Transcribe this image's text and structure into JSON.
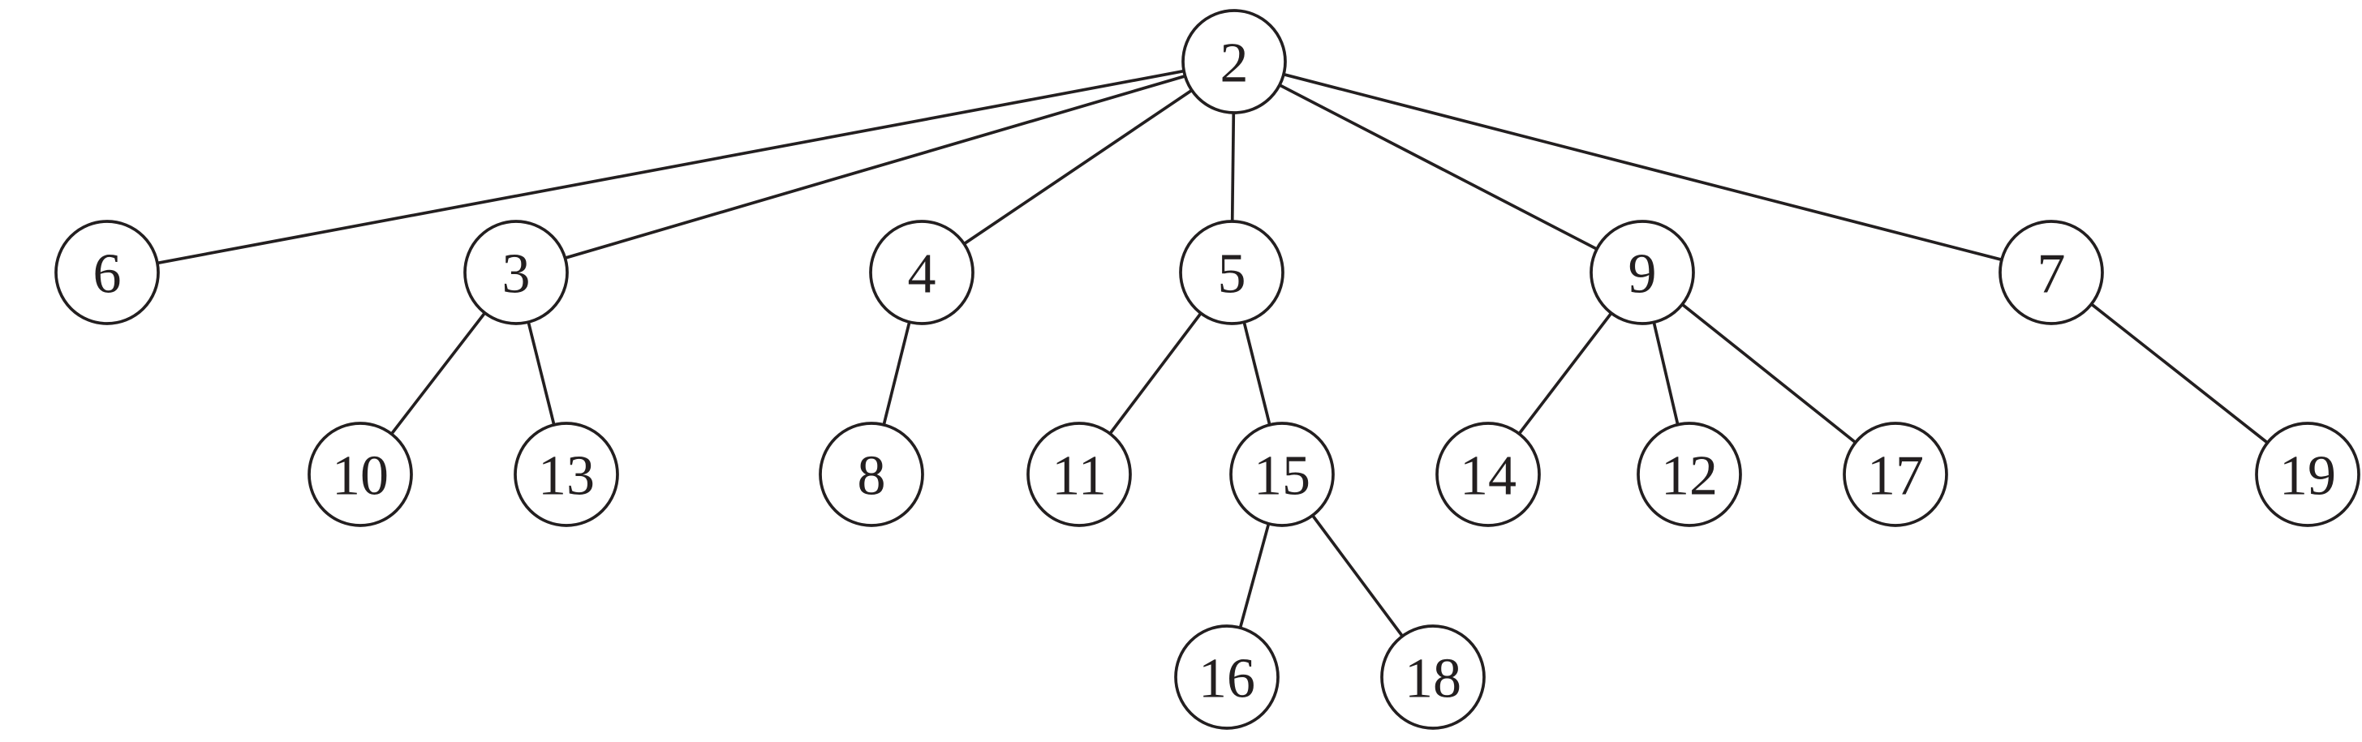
{
  "tree": {
    "root": "2",
    "nodes": [
      "2",
      "6",
      "3",
      "4",
      "5",
      "9",
      "7",
      "10",
      "13",
      "8",
      "11",
      "15",
      "14",
      "12",
      "17",
      "19",
      "16",
      "18"
    ],
    "edges": [
      [
        "2",
        "6"
      ],
      [
        "2",
        "3"
      ],
      [
        "2",
        "4"
      ],
      [
        "2",
        "5"
      ],
      [
        "2",
        "9"
      ],
      [
        "2",
        "7"
      ],
      [
        "3",
        "10"
      ],
      [
        "3",
        "13"
      ],
      [
        "4",
        "8"
      ],
      [
        "5",
        "11"
      ],
      [
        "5",
        "15"
      ],
      [
        "9",
        "14"
      ],
      [
        "9",
        "12"
      ],
      [
        "9",
        "17"
      ],
      [
        "7",
        "19"
      ],
      [
        "15",
        "16"
      ],
      [
        "15",
        "18"
      ]
    ]
  },
  "colors": {
    "line": "#231f20",
    "node_fill": "#ffffff",
    "background": "#ffffff"
  }
}
